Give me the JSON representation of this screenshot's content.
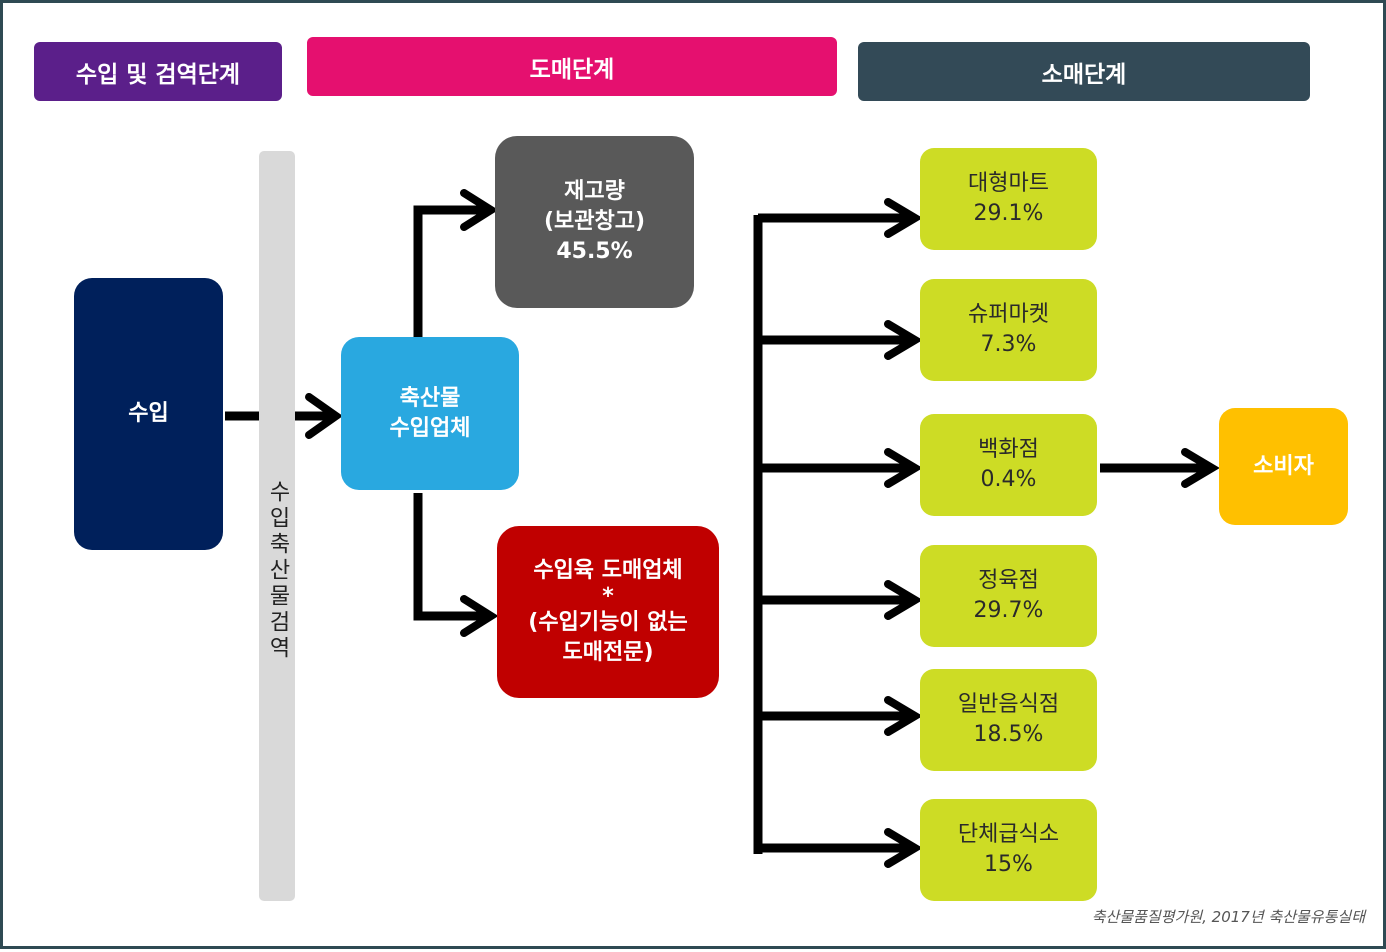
{
  "stages": {
    "import_inspection": "수입 및 검역단계",
    "wholesale": "도매단계",
    "retail": "소매단계"
  },
  "nodes": {
    "import": "수입",
    "quarantine": "수입축산물검역",
    "importer": [
      "축산물",
      "수입업체"
    ],
    "inventory": [
      "재고량",
      "(보관창고)",
      "45.5%"
    ],
    "wholesaler": [
      "수입육 도매업체",
      "*",
      "(수입기능이 없는",
      "도매전문)"
    ],
    "consumer": "소비자"
  },
  "retail_outlets": [
    {
      "name": "대형마트",
      "share": "29.1%"
    },
    {
      "name": "슈퍼마켓",
      "share": "7.3%"
    },
    {
      "name": "백화점",
      "share": "0.4%"
    },
    {
      "name": "정육점",
      "share": "29.7%"
    },
    {
      "name": "일반음식점",
      "share": "18.5%"
    },
    {
      "name": "단체급식소",
      "share": "15%"
    }
  ],
  "source": "축산물품질평가원, 2017년  축산물유통실태",
  "colors": {
    "import_stage": "#5b1f8a",
    "wholesale_stage": "#e5106f",
    "retail_stage": "#334a57",
    "import_box": "#00205b",
    "importer_box": "#29a8e0",
    "inventory_box": "#595959",
    "wholesaler_box": "#c00000",
    "retail_box": "#cddc25",
    "consumer_box": "#ffc000",
    "quarantine_bar": "#d9d9d9",
    "connector": "#000000"
  }
}
